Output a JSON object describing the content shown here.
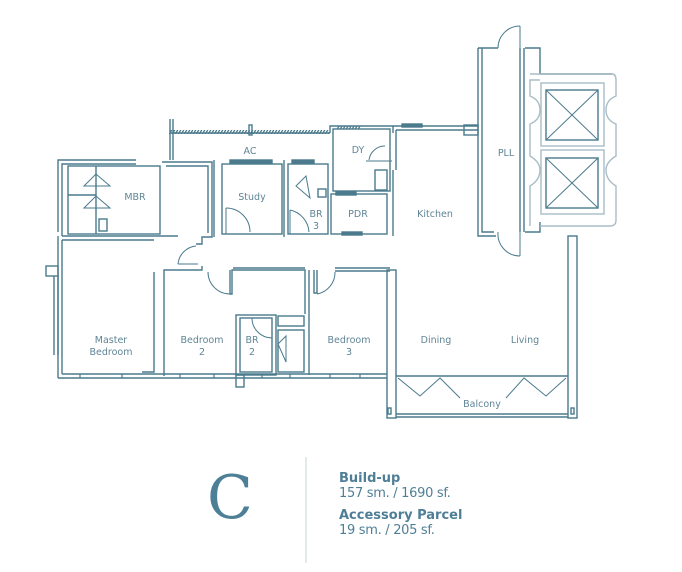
{
  "colors": {
    "wall": "#4a7a8c",
    "core": "#a9bdc6",
    "label": "#5f8596",
    "accent": "#4d7f96",
    "divider": "#e4e9ec"
  },
  "rooms": {
    "ac": "AC",
    "dy": "DY",
    "pll": "PLL",
    "mbr": "MBR",
    "study": "Study",
    "br3_line1": "BR",
    "br3_line2": "3",
    "pdr": "PDR",
    "kitchen": "Kitchen",
    "master_line1": "Master",
    "master_line2": "Bedroom",
    "bedroom2_line1": "Bedroom",
    "bedroom2_line2": "2",
    "br2_line1": "BR",
    "br2_line2": "2",
    "bedroom3_line1": "Bedroom",
    "bedroom3_line2": "3",
    "dining": "Dining",
    "living": "Living",
    "balcony": "Balcony"
  },
  "unit": {
    "letter": "C",
    "build_up_label": "Build-up",
    "build_up_value": "157 sm. / 1690 sf.",
    "accessory_label": "Accessory Parcel",
    "accessory_value": "19 sm. / 205 sf."
  }
}
